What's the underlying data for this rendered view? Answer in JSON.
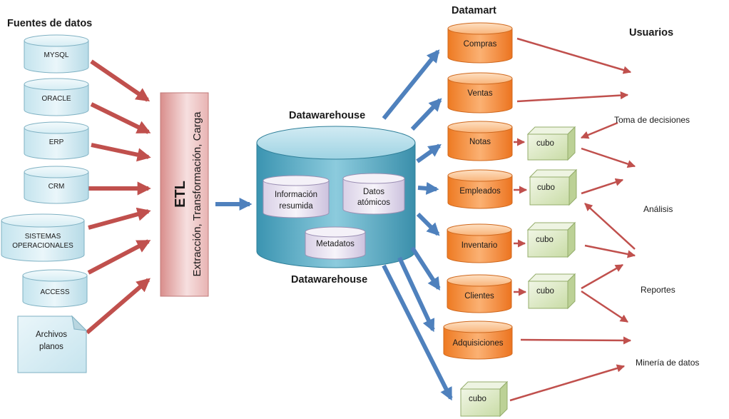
{
  "titles": {
    "sources": "Fuentes de datos",
    "datamart": "Datamart",
    "users": "Usuarios",
    "dw_top": "Datawarehouse",
    "dw_bottom": "Datawarehouse"
  },
  "sources": {
    "mysql": "MYSQL",
    "oracle": "ORACLE",
    "erp": "ERP",
    "crm": "CRM",
    "sistemas_1": "SISTEMAS",
    "sistemas_2": "OPERACIONALES",
    "access": "ACCESS",
    "archivos_1": "Archivos",
    "archivos_2": "planos"
  },
  "etl": {
    "title": "ETL",
    "subtitle": "Extracción, Transformación, Carga"
  },
  "warehouse": {
    "resumida_1": "Información",
    "resumida_2": "resumida",
    "atomicos_1": "Datos",
    "atomicos_2": "atómicos",
    "metadatos": "Metadatos"
  },
  "datamarts": {
    "compras": "Compras",
    "ventas": "Ventas",
    "notas": "Notas",
    "empleados": "Empleados",
    "inventario": "Inventario",
    "clientes": "Clientes",
    "adquisiciones": "Adquisiciones"
  },
  "cubes": {
    "notas": "cubo",
    "empleados": "cubo",
    "inventario": "cubo",
    "clientes": "cubo",
    "direct": "cubo"
  },
  "users": {
    "decisiones": "Toma de decisiones",
    "analisis": "Análisis",
    "reportes": "Reportes",
    "mineria": "Minería de datos"
  },
  "colors": {
    "red_arrow": "#c0504d",
    "blue_arrow": "#4f81bd",
    "source_fill": "#daeef3",
    "datamart_fill": "#f79646",
    "cube_fill": "#d7e4bd",
    "warehouse_fill": "#4bacc6",
    "inner_fill": "#e6e0ec"
  }
}
